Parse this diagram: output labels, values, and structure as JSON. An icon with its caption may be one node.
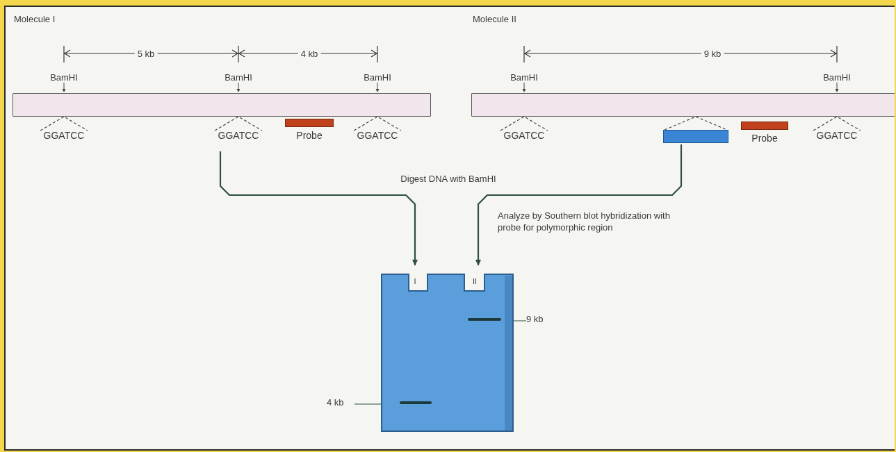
{
  "diagram": {
    "nodes": [
      {
        "text": [],
        "shape": "bar"
      },
      {
        "text": [
          "Probe"
        ]
      },
      {
        "text": [],
        "shape": "bar"
      },
      {
        "text": [],
        "shape": "box"
      },
      {
        "text": [
          "Probe"
        ]
      },
      {
        "text": [],
        "shape": "box"
      },
      {
        "text": [],
        "shape": "bar",
        "in": 5
      },
      {
        "text": [],
        "shape": "bar",
        "in": 5
      },
      {
        "text": [
          "9 kb"
        ]
      },
      {
        "text": [
          "4 kb"
        ]
      }
    ],
    "edges": [
      {
        "from": null,
        "to": 5,
        "arrow": "to"
      },
      {
        "from": 3,
        "to": 5,
        "arrow": "to"
      },
      {
        "from": 8,
        "to": 6,
        "arrow": "none"
      },
      {
        "from": 9,
        "to": 7,
        "arrow": "none"
      }
    ],
    "labels": [
      "Molecule I",
      "5 kb",
      "4 kb",
      "BamHI",
      "BamHI",
      "BamHI",
      "GGATCC",
      "GGATCC",
      "GGATCC",
      "Molecule II",
      "9 kb",
      "BamHI",
      "BamHI",
      "GGATCC",
      "GGATCC",
      "Digest DNA with BamHI",
      "Analyze by Southern blot hybridization with probe for polymorphic region",
      "I",
      "II"
    ]
  }
}
